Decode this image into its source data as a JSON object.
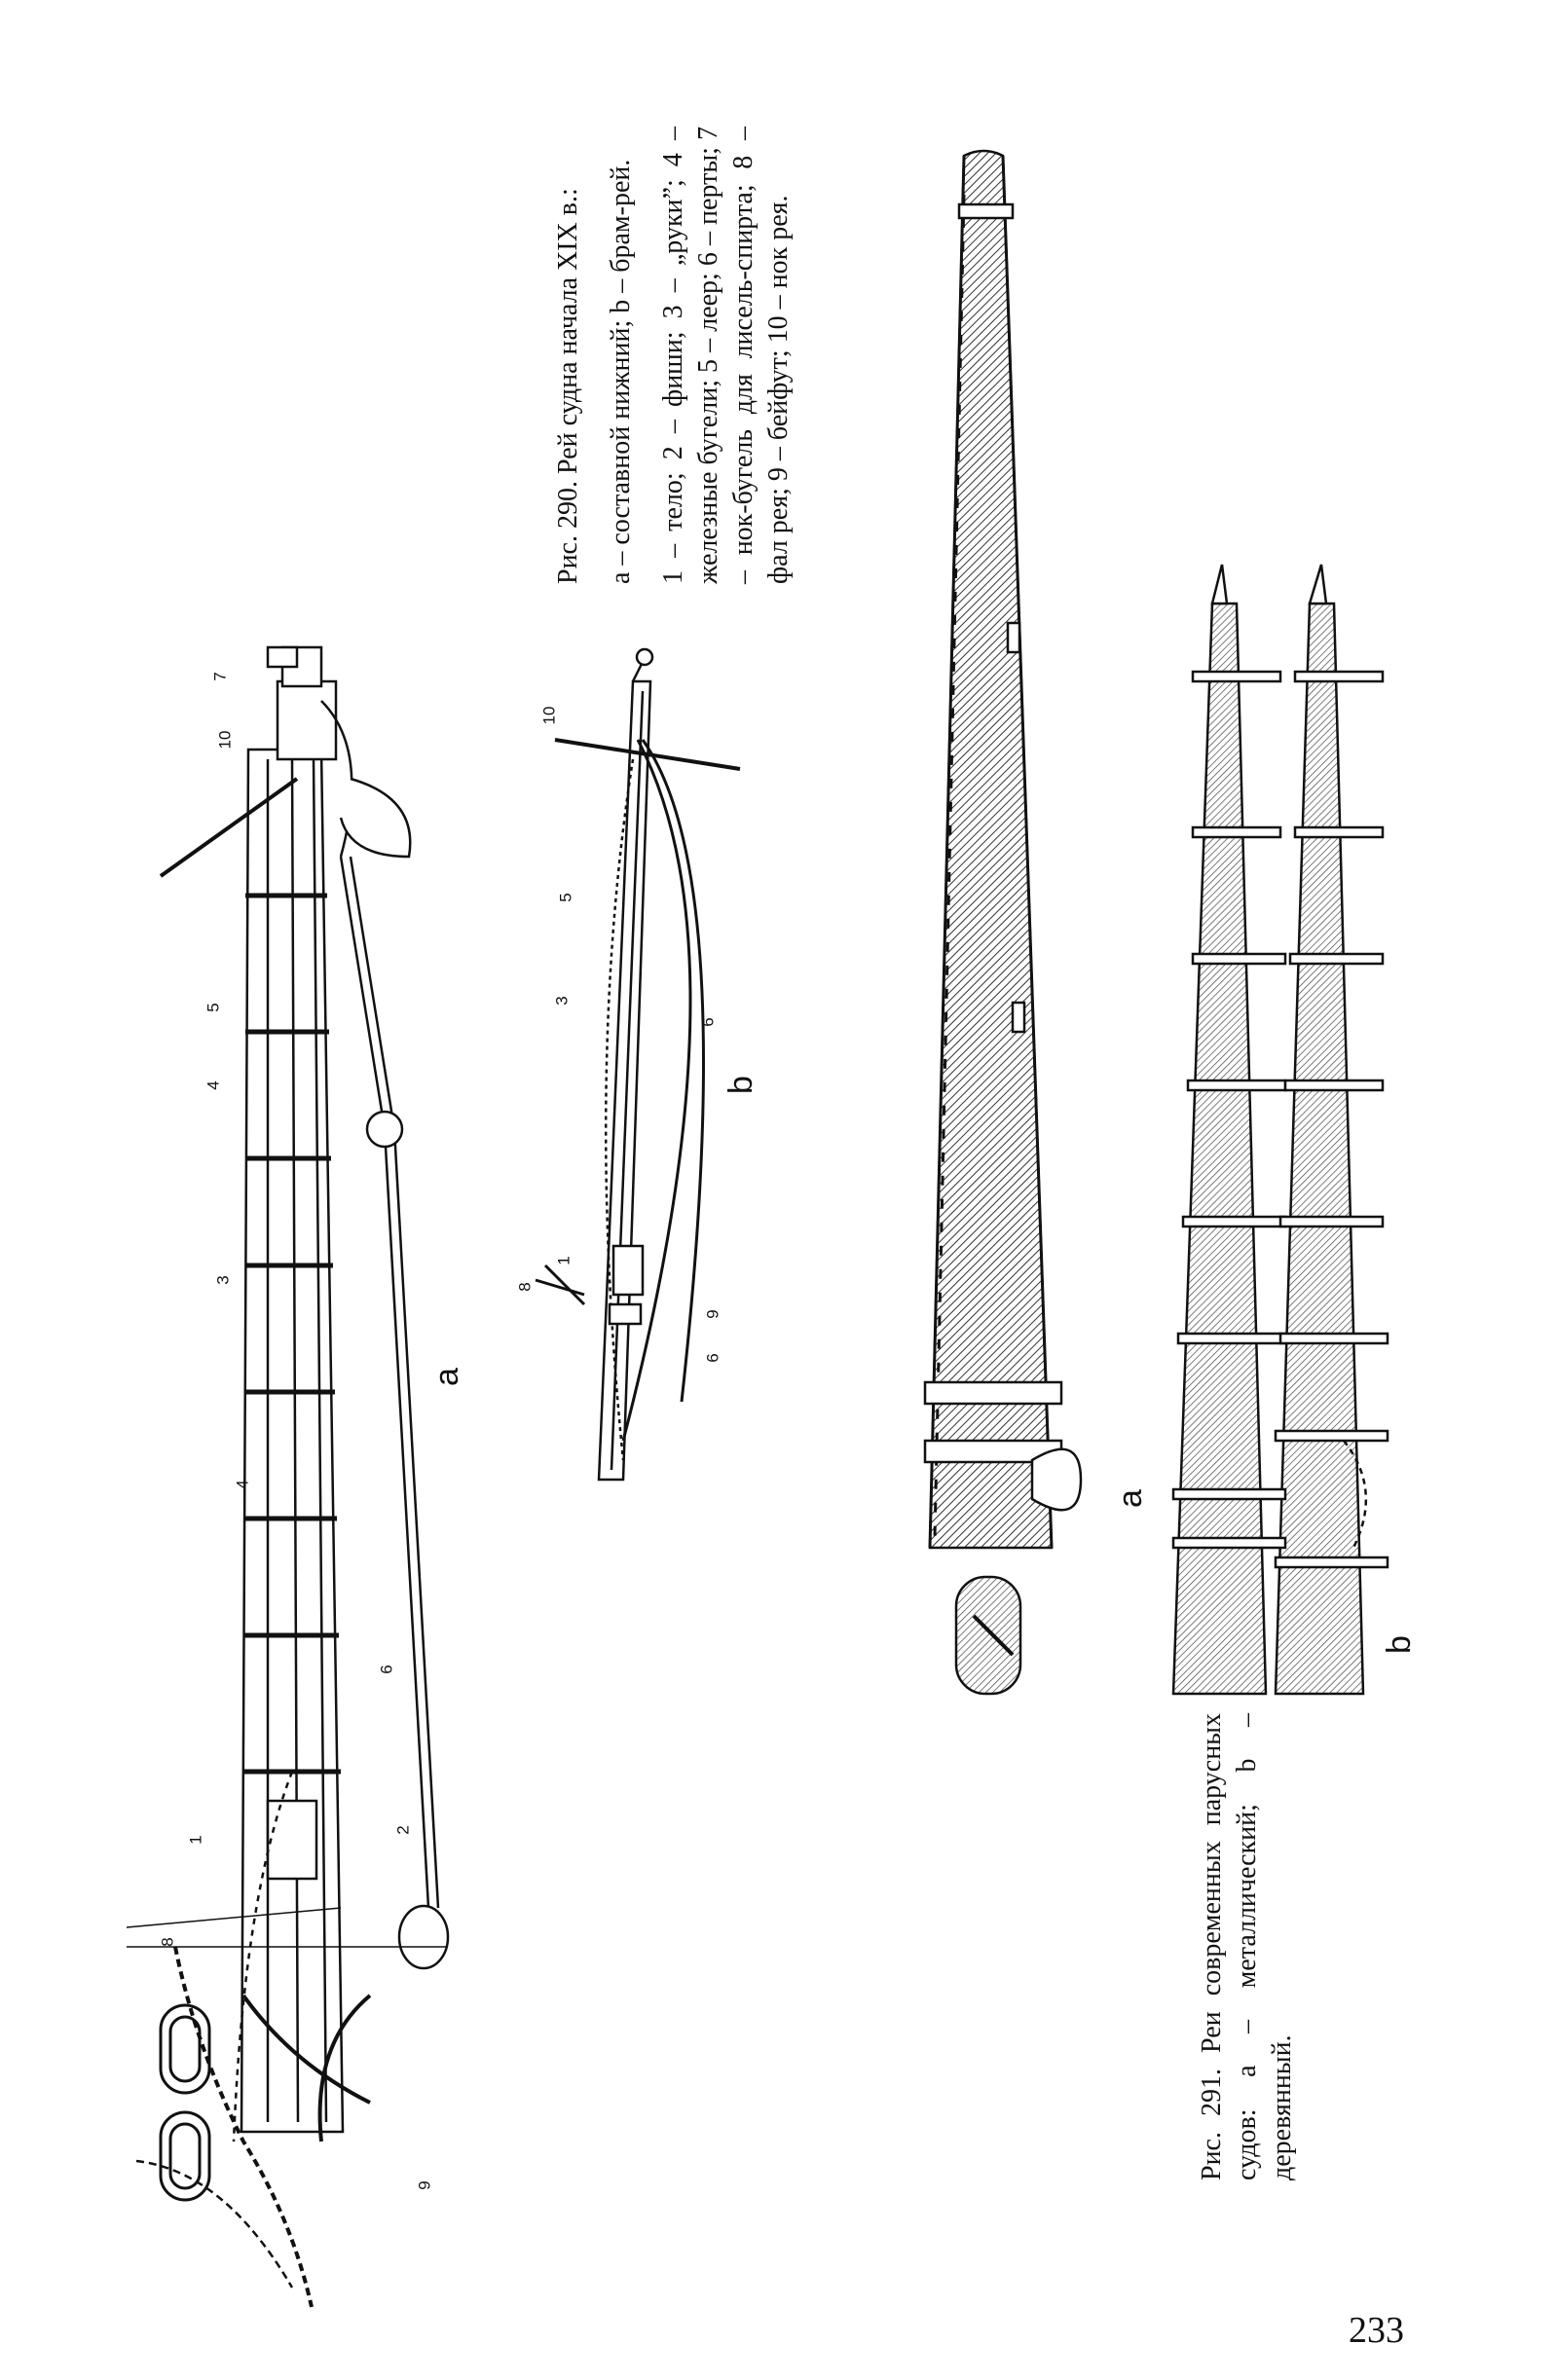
{
  "fig290": {
    "caption_title": "Рис. 290. Рей судна начала XIX в.:",
    "caption_parts": "a – составной нижний; b – брам-рей.",
    "caption_legend": "1 – тело; 2 – фиши; 3 – „руки”; 4 – железные бугели; 5 – леер; 6 – перты; 7 – нок-бугель для лисель-спирта; 8 – фал рея; 9 – бейфут; 10 – нок рея.",
    "label_a": "a",
    "label_b": "b",
    "callouts_a": [
      "7",
      "10",
      "5",
      "4",
      "3",
      "4",
      "6",
      "1",
      "2",
      "8",
      "9"
    ],
    "callouts_b": [
      "10",
      "5",
      "3",
      "6",
      "8",
      "1",
      "9",
      "6"
    ]
  },
  "fig291": {
    "caption": "Рис. 291. Реи современных парусных судов: a – металлический; b – деревянный.",
    "label_a": "a",
    "label_b": "b"
  },
  "page_number": "233"
}
